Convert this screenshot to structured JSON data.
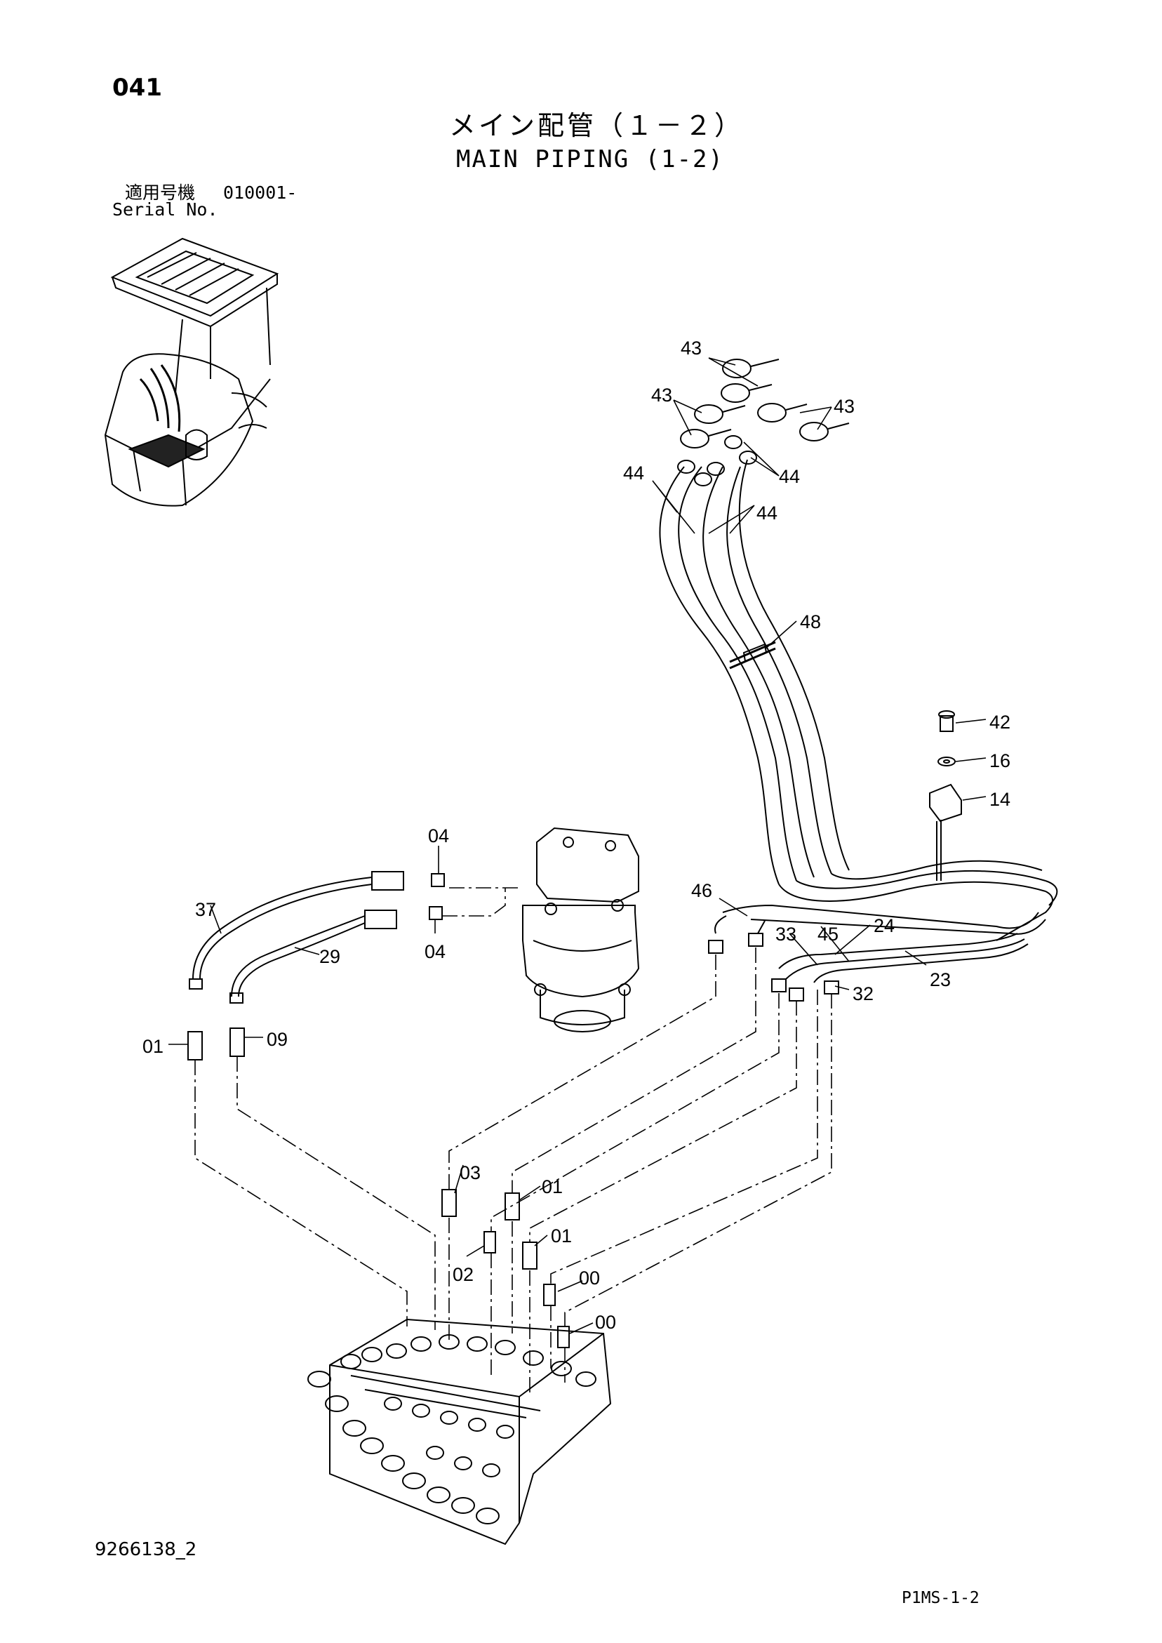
{
  "header": {
    "page_number": "041",
    "title_jp": "メイン配管（１－２）",
    "title_en": "MAIN PIPING (1-2)",
    "serial_label_jp": "適用号機",
    "serial_range": "010001-",
    "serial_label_en": "Serial No."
  },
  "footer": {
    "document_number": "9266138_2",
    "page_code": "P1MS-1-2"
  },
  "callouts": [
    "43",
    "43",
    "43",
    "44",
    "44",
    "44",
    "48",
    "42",
    "16",
    "14",
    "46",
    "33",
    "45",
    "24",
    "23",
    "32",
    "04",
    "04",
    "37",
    "29",
    "01",
    "09",
    "03",
    "01",
    "01",
    "02",
    "00",
    "00"
  ]
}
